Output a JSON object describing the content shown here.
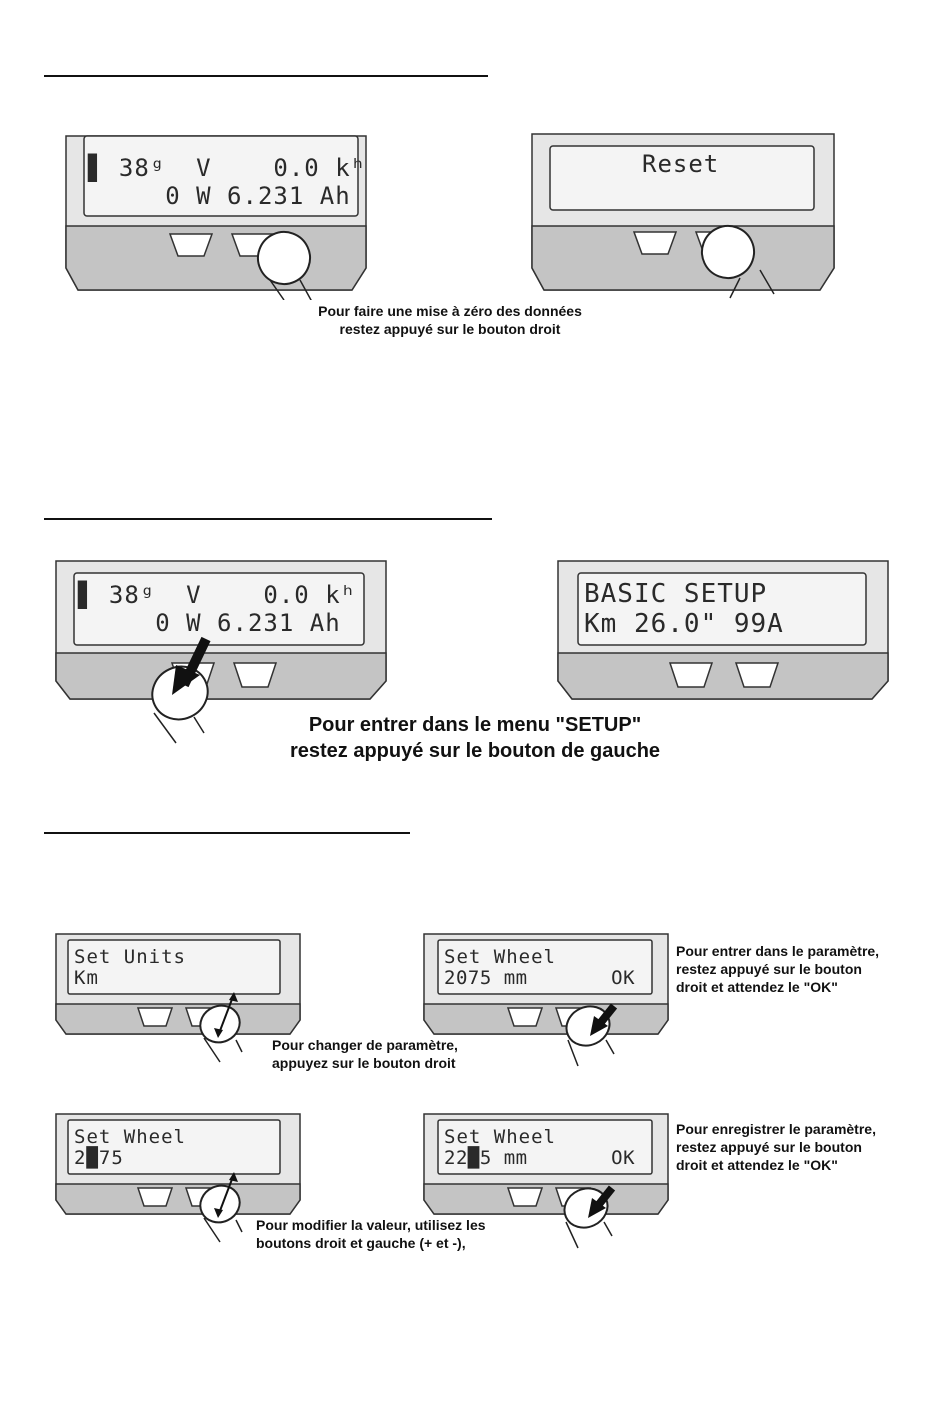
{
  "section1": {
    "screen_a": {
      "line1": "▋ 38ᵍ  V    0.0 kʰ",
      "line2": "     0 W 6.231 Ah"
    },
    "screen_b": {
      "line1": "Reset"
    },
    "caption": [
      "Pour faire une mise à zéro des données",
      "restez appuyé sur le bouton droit"
    ]
  },
  "section2": {
    "screen_a": {
      "line1": "▋ 38ᵍ  V    0.0 kʰ",
      "line2": "     0 W 6.231 Ah"
    },
    "screen_b": {
      "line1": "BASIC SETUP",
      "line2": "Km 26.0\" 99A"
    },
    "caption": [
      "Pour entrer dans le menu \"SETUP\"",
      "restez appuyé sur le bouton de gauche"
    ]
  },
  "section3": {
    "units": {
      "line1": "Set Units",
      "line2": "Km"
    },
    "wheel_ok": {
      "line1": "Set Wheel",
      "line2": "2075 mm       OK"
    },
    "wheel_edit": {
      "line1": "Set Wheel",
      "line2": "2█75"
    },
    "wheel_save": {
      "line1": "Set Wheel",
      "line2": "22█5 mm       OK"
    },
    "caption_change": [
      "Pour changer de paramètre,",
      "appuyez sur le bouton droit"
    ],
    "caption_enter": [
      "Pour entrer dans le paramètre,",
      "restez appuyé sur le bouton",
      "droit et attendez le \"OK\""
    ],
    "caption_modify": [
      "Pour modifier la valeur, utilisez les",
      "boutons droit et gauche (+ et -),"
    ],
    "caption_save": [
      "Pour enregistrer le paramètre,",
      "restez appuyé sur le bouton",
      "droit et attendez le \"OK\""
    ]
  }
}
